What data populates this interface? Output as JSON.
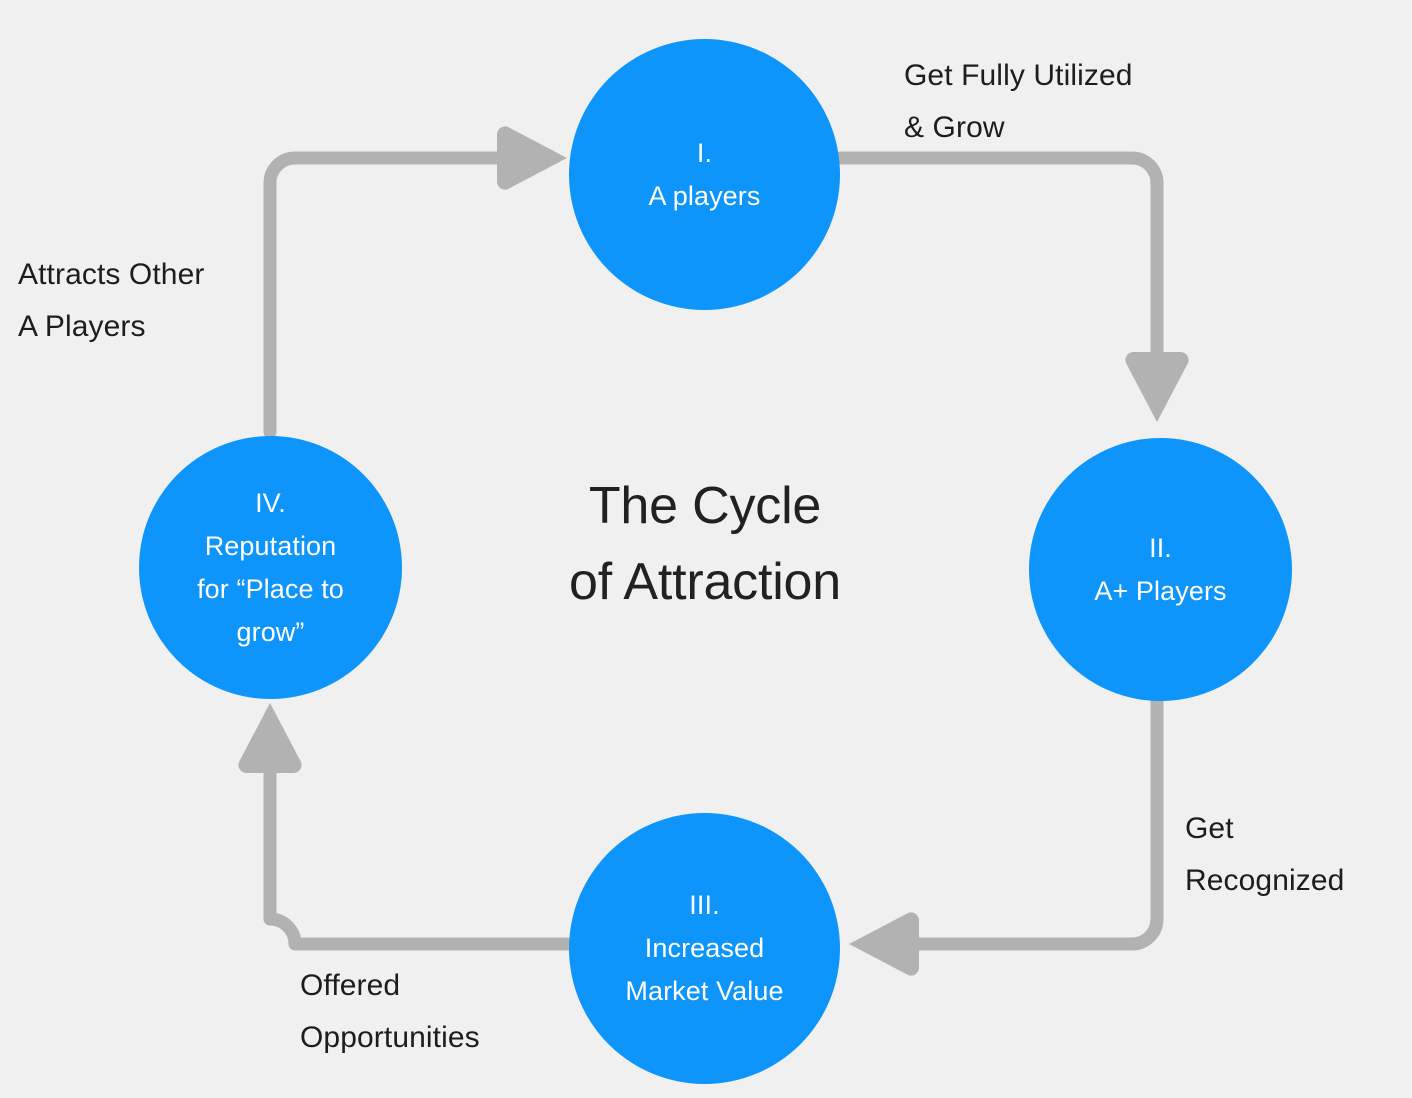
{
  "diagram": {
    "title": {
      "line1": "The Cycle",
      "line2": "of Attraction"
    },
    "colors": {
      "node_fill": "#0d95fc",
      "node_text": "#ffffff",
      "arrow": "#b2b2b2",
      "background": "#f1f0f0",
      "label_text": "#1d1d1d"
    },
    "nodes": [
      {
        "id": "node-1",
        "numeral": "I.",
        "line1": "A players",
        "line2": "",
        "line3": ""
      },
      {
        "id": "node-2",
        "numeral": "II.",
        "line1": "A+ Players",
        "line2": "",
        "line3": ""
      },
      {
        "id": "node-3",
        "numeral": "III.",
        "line1": "Increased",
        "line2": "Market Value",
        "line3": ""
      },
      {
        "id": "node-4",
        "numeral": "IV.",
        "line1": "Reputation",
        "line2": "for “Place to",
        "line3": "grow”"
      }
    ],
    "edge_labels": [
      {
        "id": "label-top-right",
        "line1": "Get Fully Utilized",
        "line2": "& Grow"
      },
      {
        "id": "label-right",
        "line1": "Get",
        "line2": "Recognized"
      },
      {
        "id": "label-bottom-left",
        "line1": "Offered",
        "line2": "Opportunities"
      },
      {
        "id": "label-left",
        "line1": "Attracts Other",
        "line2": "A Players"
      }
    ]
  }
}
